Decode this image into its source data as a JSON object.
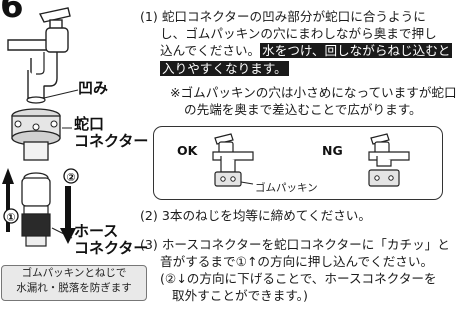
{
  "step_number": "6",
  "left_labels": {
    "hekomi": "凹み",
    "jaguchi_connector_line1": "蛇口",
    "jaguchi_connector_line2": "コネクター",
    "hose_connector_line1": "ホース",
    "hose_connector_line2": "コネクター",
    "circle1": "①",
    "circle2": "②"
  },
  "note_box": {
    "line1": "ゴムパッキンとねじで",
    "line2": "水漏れ・脱落を防ぎます"
  },
  "instructions": {
    "step1_line1": "(1) 蛇口コネクターの凹み部分が蛇口に合うように",
    "step1_line2": "し、ゴムパッキンの穴にまわしながら奥まで押し",
    "step1_line3_plain": "込んでください。",
    "step1_line3_highlight": "水をつけ、回しながらねじ込むと",
    "step1_line4_highlight": "入りやすくなります。",
    "note1_line1": "※ゴムパッキンの穴は小さめになっていますが蛇口",
    "note1_line2": "の先端を奥まで差込むことで広がります。",
    "step2": "(2) 3本のねじを均等に締めてください。",
    "step3_line1": "(3) ホースコネクターを蛇口コネクターに「カチッ」と",
    "step3_line2": "音がするまで①↑の方向に押し込んでください。",
    "step3_line3": "(②↓の方向に下げることで、ホースコネクターを",
    "step3_line4": "取外すことができます。)"
  },
  "ok_ng_panel": {
    "ok_label": "OK",
    "ng_label": "NG",
    "packing_label": "ゴムパッキン"
  }
}
